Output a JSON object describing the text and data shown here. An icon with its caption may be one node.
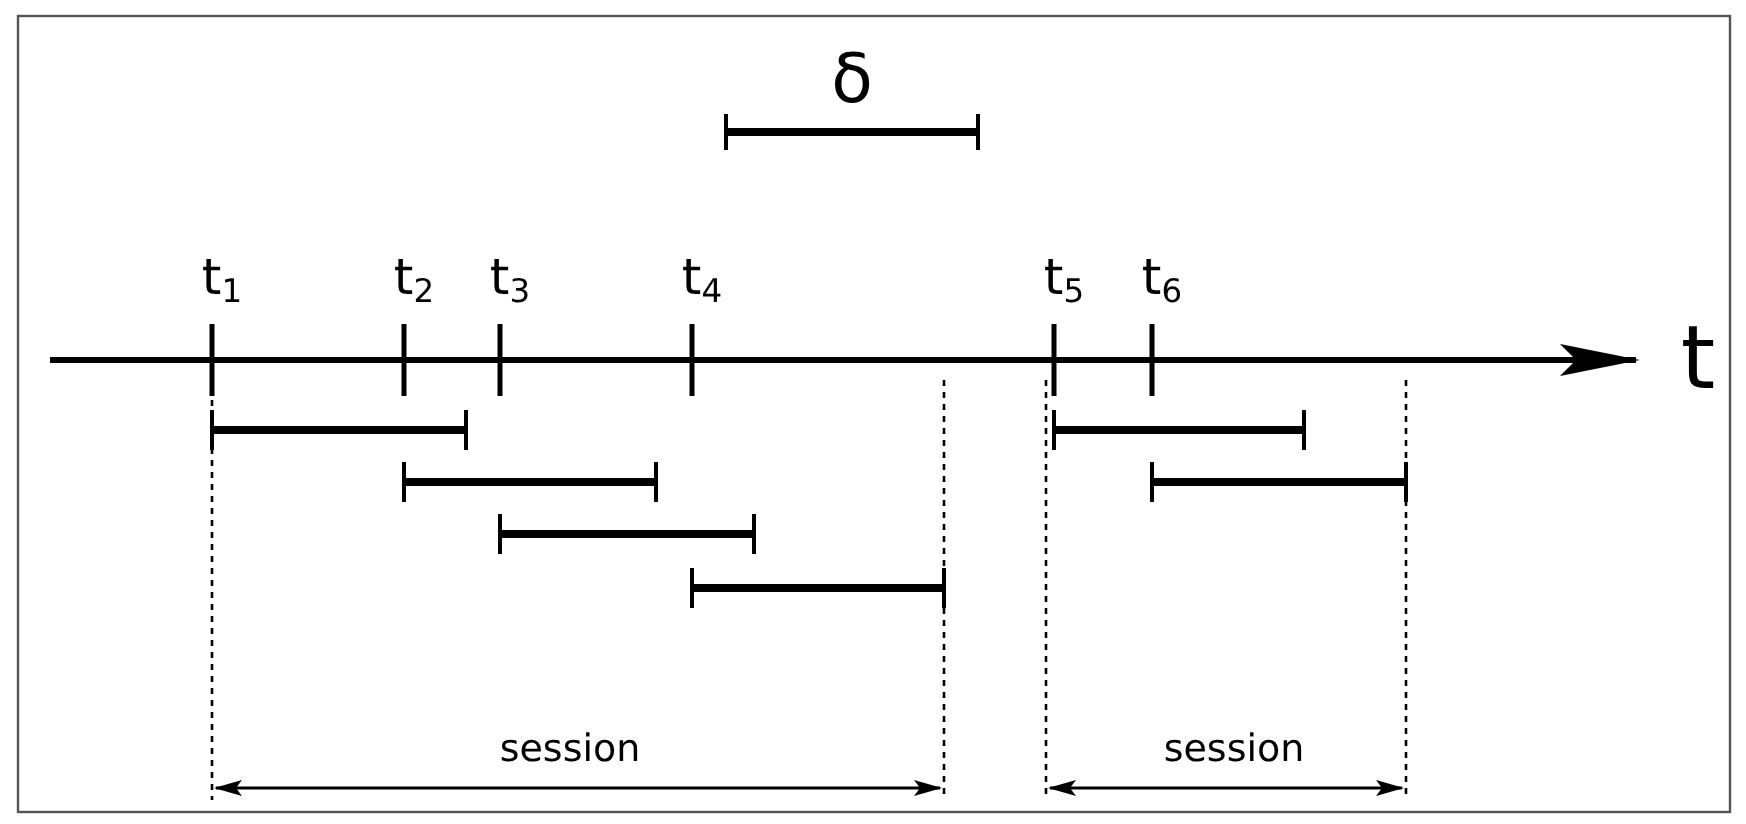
{
  "diagram": {
    "labels": [
      "δ",
      "t$_{1}$",
      "t$_{2}$",
      "t$_{3}$",
      "t$_{4}$",
      "t$_{5}$",
      "t$_{6}$",
      "t",
      "session",
      "session"
    ]
  }
}
